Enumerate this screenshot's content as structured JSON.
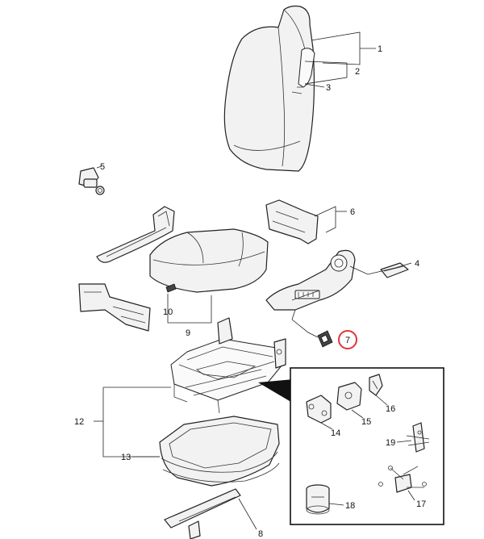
{
  "callouts": {
    "c1": "1",
    "c2": "2",
    "c3": "3",
    "c4": "4",
    "c5": "5",
    "c6": "6",
    "c7": "7",
    "c8": "8",
    "c9": "9",
    "c10": "10",
    "c11": "",
    "c12": "12",
    "c13": "13",
    "c14": "14",
    "c15": "15",
    "c16": "16",
    "c17": "17",
    "c18": "18",
    "c19": "19"
  },
  "highlighted_part": "7",
  "colors": {
    "highlight": "#e0333b",
    "line": "#222222",
    "fill": "#f2f2f2"
  }
}
